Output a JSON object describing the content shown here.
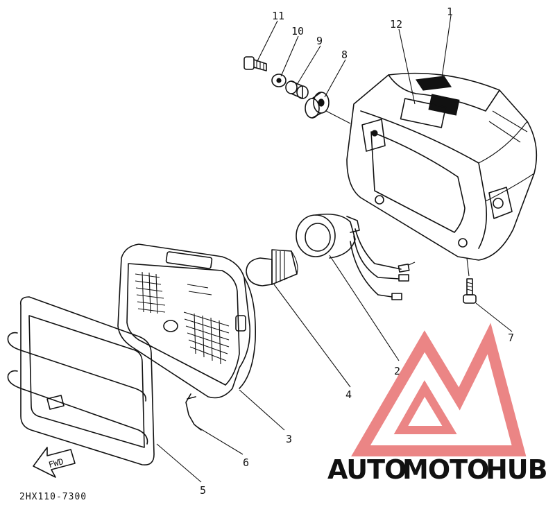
{
  "diagram": {
    "part_code": "2HX110-7300",
    "fwd_label": "FWD",
    "callouts": [
      "1",
      "2",
      "3",
      "4",
      "5",
      "6",
      "7",
      "8",
      "9",
      "10",
      "11",
      "12"
    ]
  },
  "watermark": {
    "word_a": "AUTO",
    "word_b": "MOTO",
    "word_c": "HUB",
    "colors": {
      "triangle": "#e87070",
      "auto": "#f2b66a",
      "moto": "#ee8a8a",
      "hub": "#4a4a4a"
    }
  }
}
